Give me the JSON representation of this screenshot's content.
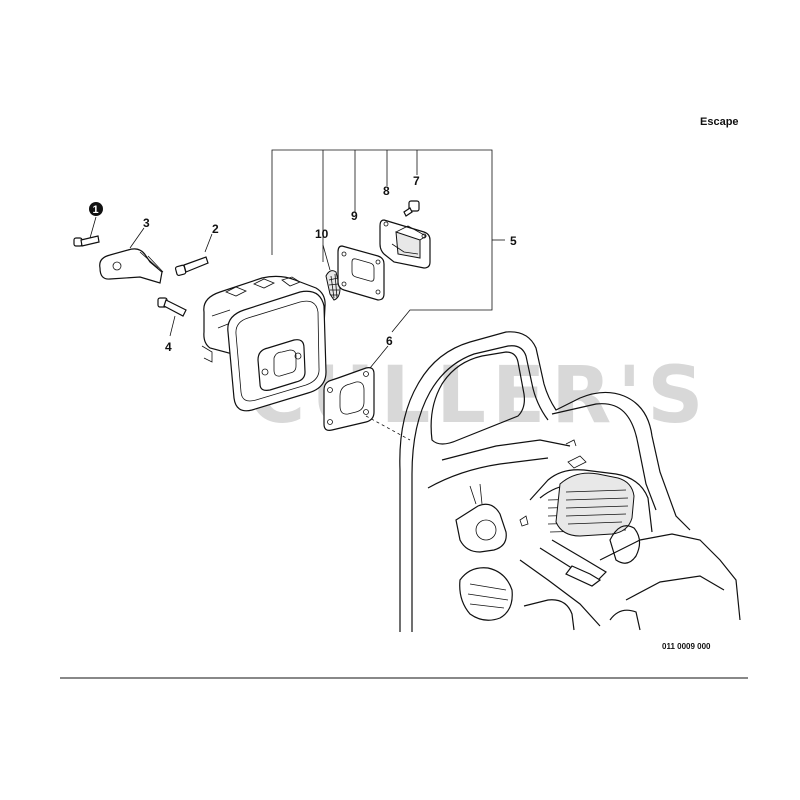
{
  "section_title": "Escape",
  "drawing_code": "011 0009 000",
  "watermark_text": "CULLER'S",
  "callout_bubble": "1",
  "callouts": [
    "2",
    "3",
    "4",
    "5",
    "6",
    "7",
    "8",
    "9",
    "10"
  ],
  "colors": {
    "line": "#111111",
    "watermark": "#d8d8d8",
    "background": "#ffffff"
  }
}
